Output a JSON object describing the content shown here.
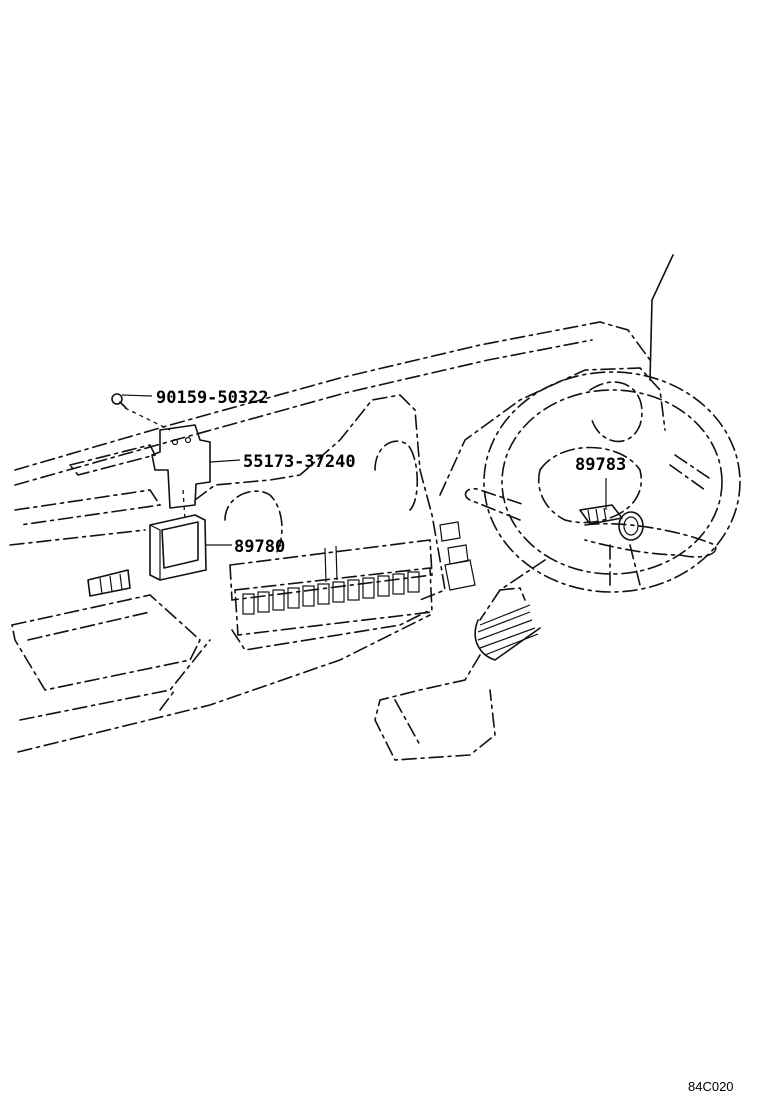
{
  "parts": {
    "screw": "90159-50322",
    "bracket": "55173-37240",
    "ecu": "89780",
    "transponder": "89783"
  },
  "diagram_code": "84C020"
}
